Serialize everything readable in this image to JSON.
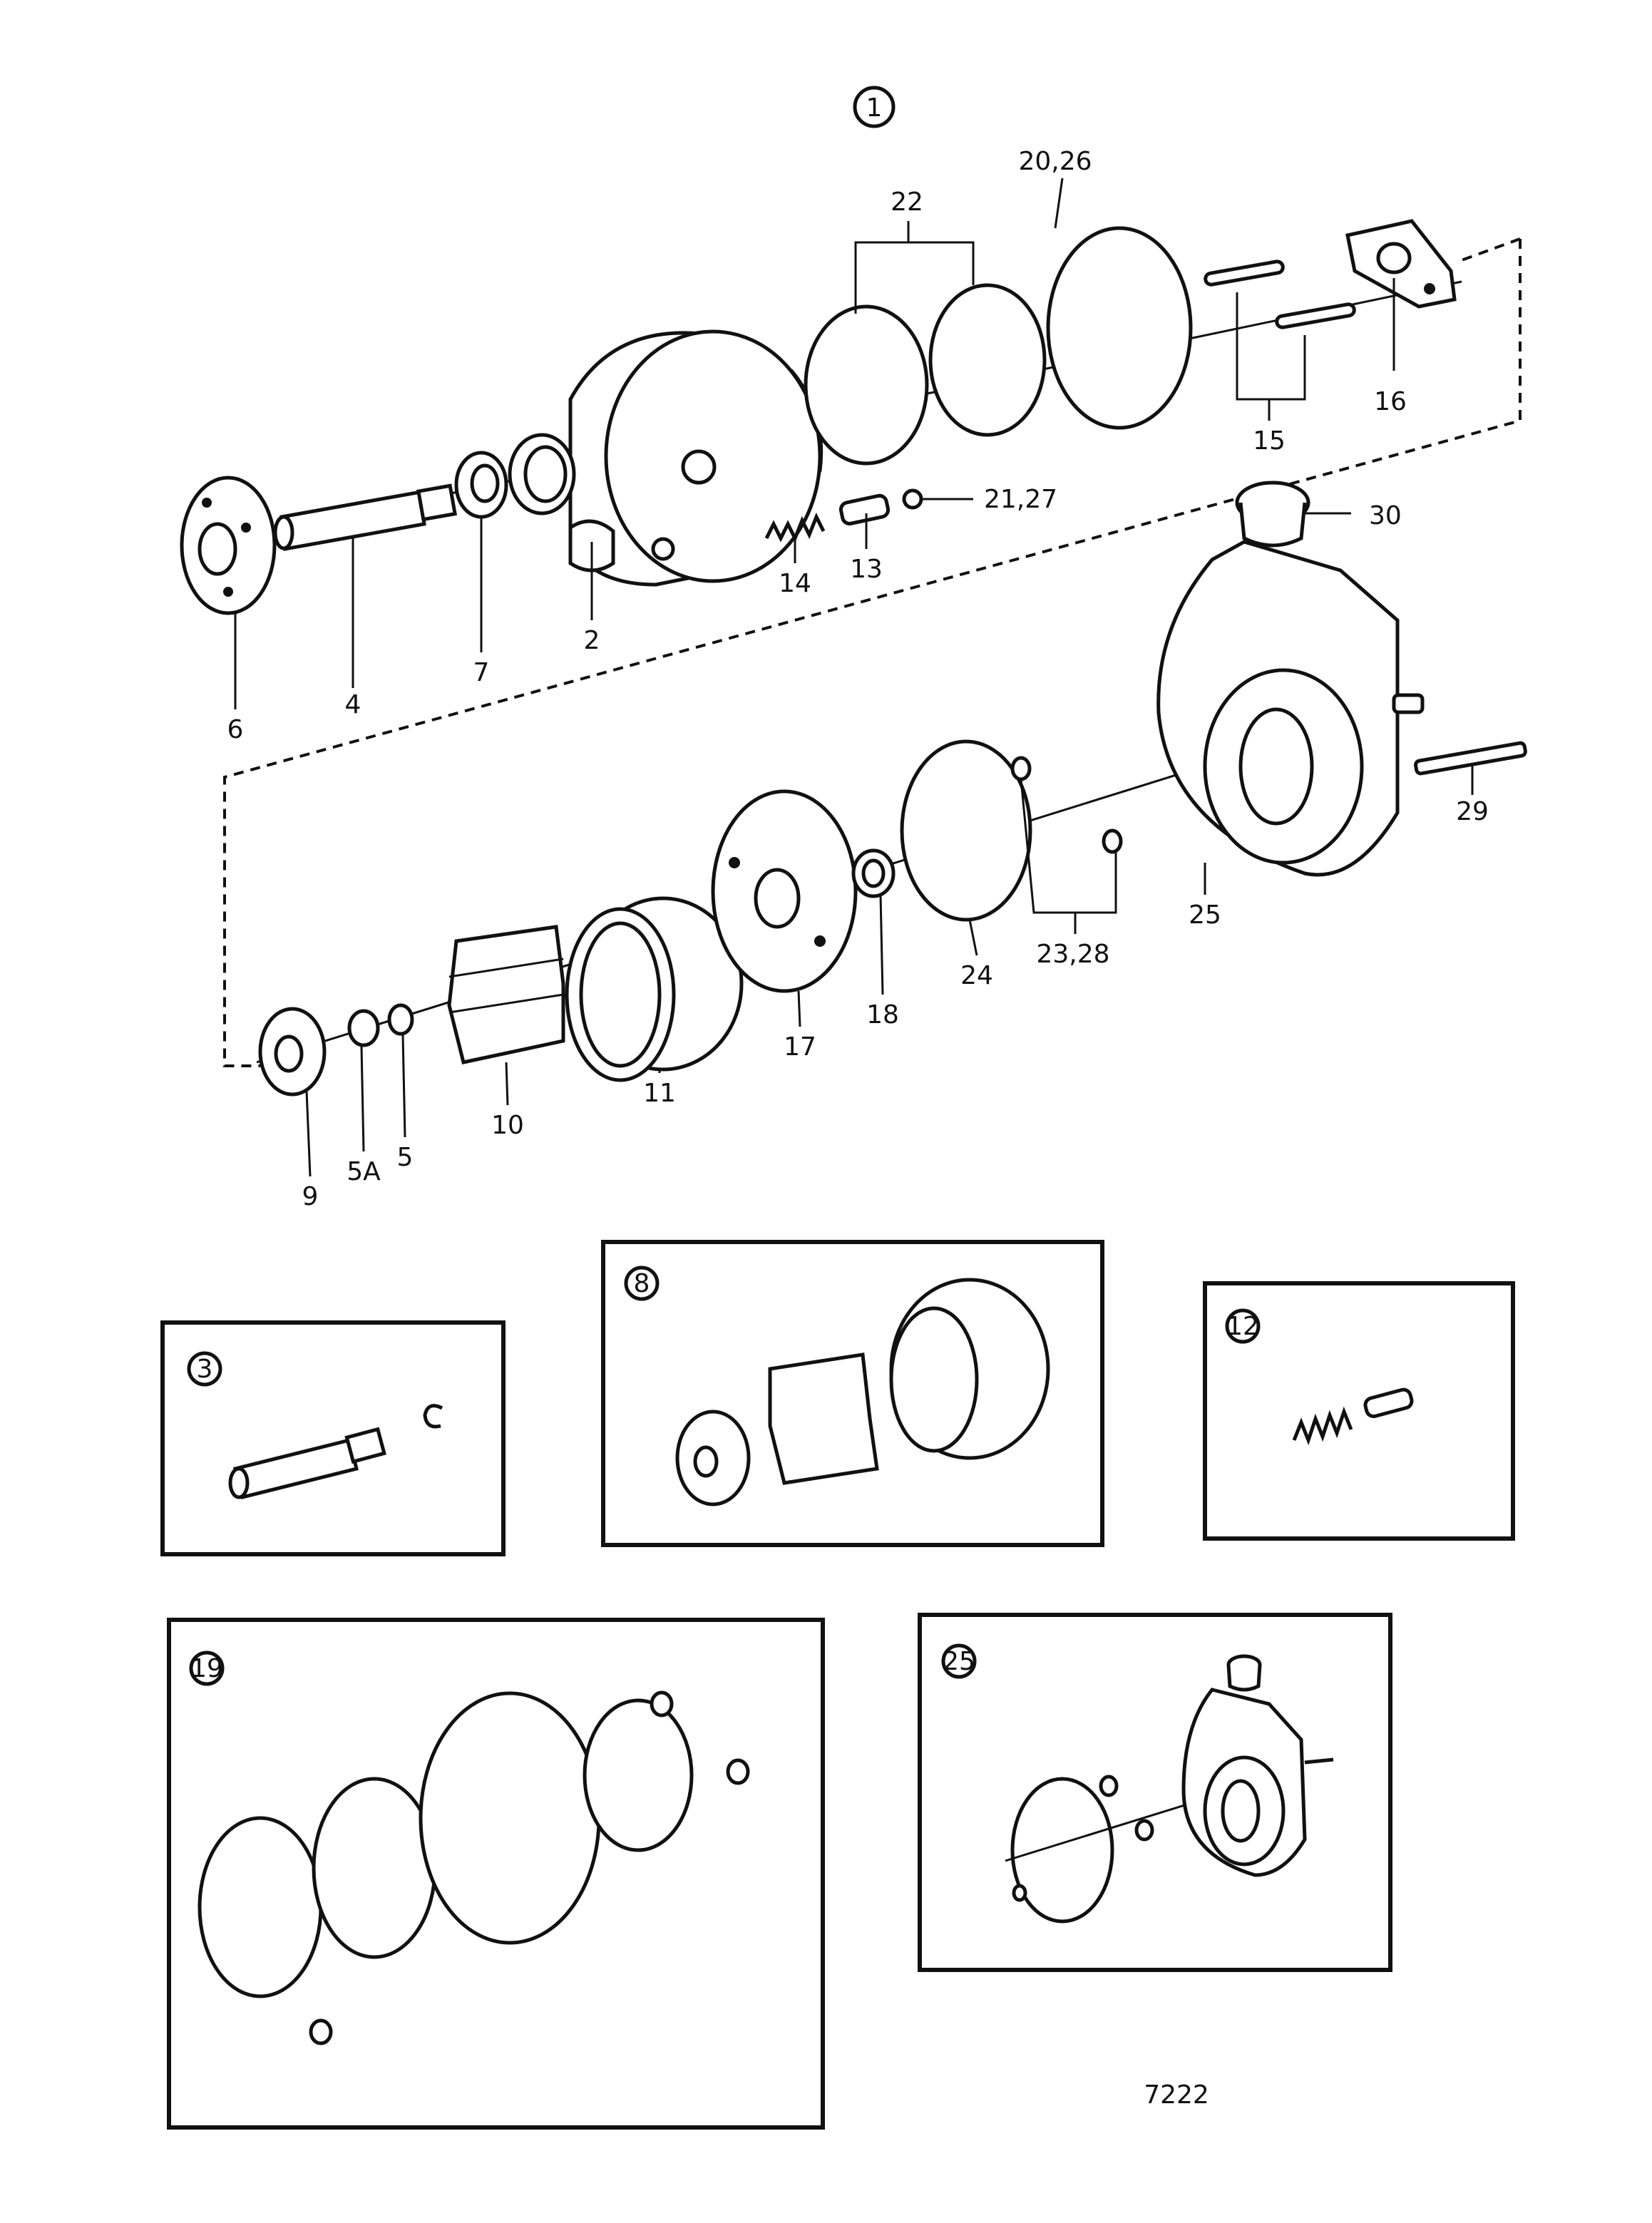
{
  "diagram": {
    "header_callout": "1",
    "drawing_number": "7222",
    "labels": {
      "l22": "22",
      "l20_26": "20,26",
      "l16": "16",
      "l15": "15",
      "l30": "30",
      "l21_27": "21,27",
      "l14": "14",
      "l13": "13",
      "l2": "2",
      "l7": "7",
      "l4": "4",
      "l6": "6",
      "l29": "29",
      "l25": "25",
      "l23_28": "23,28",
      "l24": "24",
      "l18": "18",
      "l17": "17",
      "l11": "11",
      "l10": "10",
      "l9": "9",
      "l5A": "5A",
      "l5": "5"
    },
    "inset_callouts": {
      "i3": "3",
      "i8": "8",
      "i12": "12",
      "i19": "19",
      "i25": "25"
    }
  }
}
